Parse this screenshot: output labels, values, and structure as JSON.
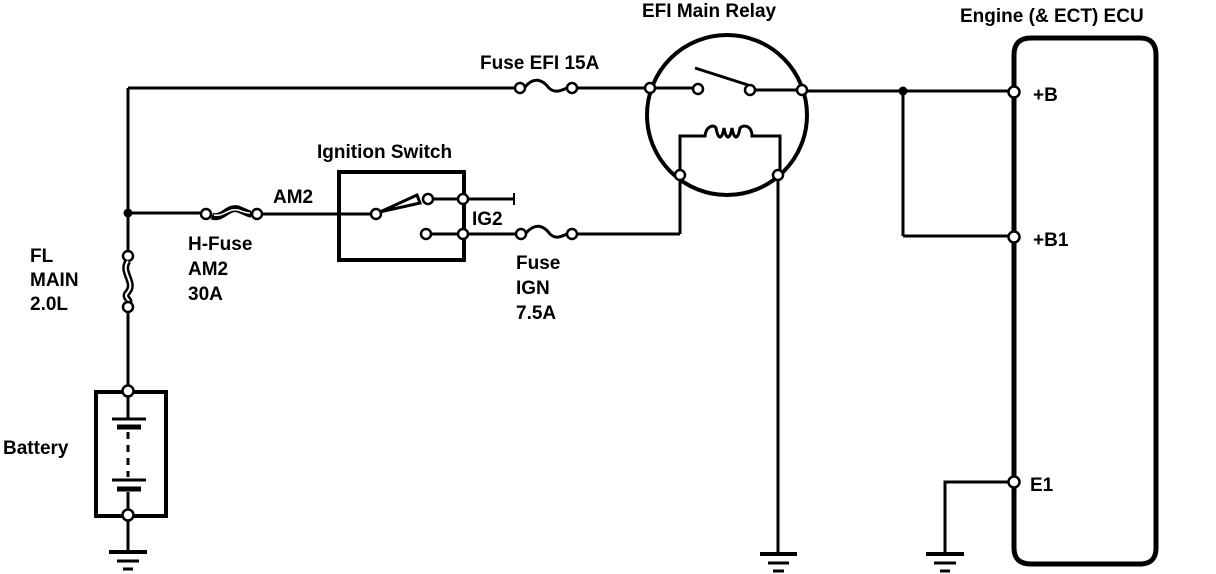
{
  "diagram": {
    "colors": {
      "ink": "#000000",
      "background": "#ffffff"
    },
    "components": {
      "fl_main": {
        "lines": [
          "FL",
          "MAIN",
          "2.0L"
        ]
      },
      "h_fuse": {
        "lines": [
          "H-Fuse",
          "AM2",
          "30A"
        ]
      },
      "am2_wire": {
        "label": "AM2"
      },
      "ignition_switch": {
        "label": "Ignition Switch",
        "terminal": "IG2"
      },
      "fuse_ign": {
        "lines": [
          "Fuse",
          "IGN",
          "7.5A"
        ]
      },
      "fuse_efi": {
        "label": "Fuse EFI 15A"
      },
      "efi_relay": {
        "label": "EFI Main Relay"
      },
      "battery": {
        "label": "Battery"
      },
      "ecu": {
        "label": "Engine (& ECT) ECU",
        "pins": [
          "+B",
          "+B1",
          "E1"
        ]
      }
    }
  }
}
